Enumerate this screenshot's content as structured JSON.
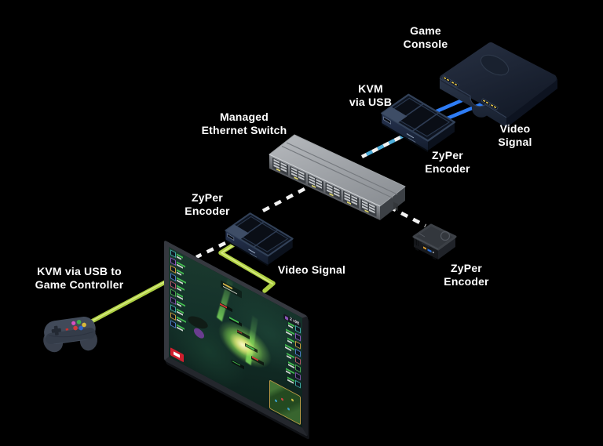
{
  "diagram": {
    "background": "#000000",
    "labels": {
      "game_console": "Game\nConsole",
      "kvm_via_usb": "KVM\nvia USB",
      "zyper_encoder_top": "ZyPer\nEncoder",
      "video_signal_console": "Video\nSignal",
      "managed_switch": "Managed\nEthernet Switch",
      "zyper_encoder_display": "ZyPer\nEncoder",
      "video_signal_display": "Video Signal",
      "zyper_encoder_right": "ZyPer\nEncoder",
      "kvm_usb_controller": "KVM via USB to\nGame Controller"
    },
    "screen": {
      "timer": "2:08"
    },
    "colors": {
      "bg": "#000000",
      "label-text": "#ffffff",
      "video-cable-blue": "#2e7cf5",
      "kvm-dash-blue": "#4fb0dd",
      "dash-white": "#f2f2f2",
      "usb-cable-green": "#aed043",
      "usb-cable-green-light": "#d6e97f"
    }
  }
}
